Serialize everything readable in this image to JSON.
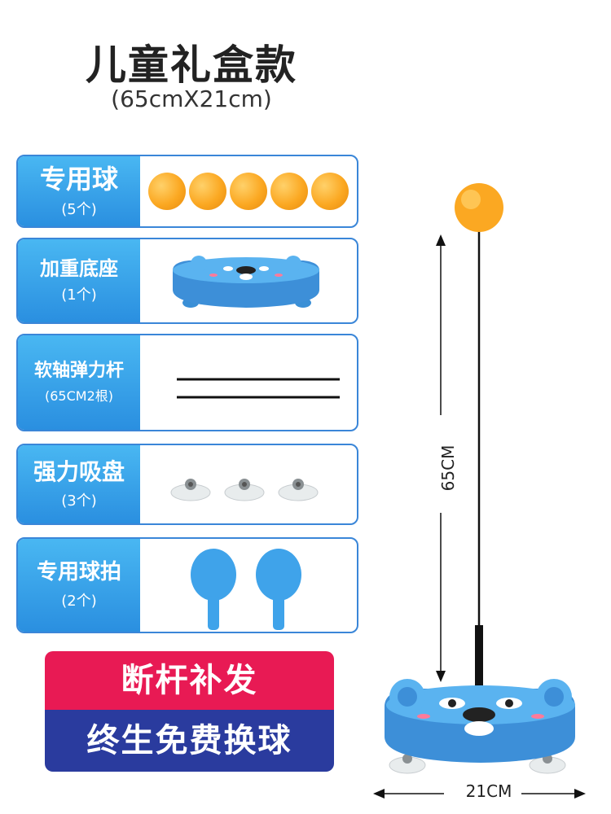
{
  "header": {
    "title": "儿童礼盒款",
    "subtitle": "(65cmX21cm)"
  },
  "items": [
    {
      "name": "专用球",
      "qty": "(5个)",
      "icon": "ping-pong-balls-icon"
    },
    {
      "name": "加重底座",
      "qty": "(1个)",
      "icon": "bear-base-icon"
    },
    {
      "name": "软轴弹力杆",
      "qty": "(65CM2根)",
      "icon": "elastic-rods-icon"
    },
    {
      "name": "强力吸盘",
      "qty": "(3个)",
      "icon": "suction-cups-icon"
    },
    {
      "name": "专用球拍",
      "qty": "(2个)",
      "icon": "paddles-icon"
    }
  ],
  "promo": {
    "line1": "断杆补发",
    "line2": "终生免费换球"
  },
  "dimensions": {
    "height_label": "65CM",
    "width_label": "21CM"
  },
  "colors": {
    "label_blue": "#2a8fe0",
    "border_blue": "#3a86d8",
    "ball_orange": "#fba822",
    "promo_red": "#e81a54",
    "promo_navy": "#2a3b9e",
    "base_blue": "#4fa7e8"
  }
}
